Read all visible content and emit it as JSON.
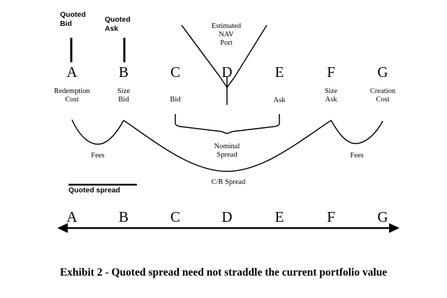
{
  "quoted_bid_label": [
    "Quoted",
    "Bid"
  ],
  "quoted_ask_label": [
    "Quoted",
    "Ask"
  ],
  "estimated_nav_label": [
    "Estimated",
    "NAV",
    "Port"
  ],
  "top_letters": [
    "A",
    "B",
    "C",
    "D",
    "E",
    "F",
    "G"
  ],
  "point_labels": {
    "redemption_cost": [
      "Redemption",
      "Cost"
    ],
    "size_bid": [
      "Size",
      "Bid"
    ],
    "bid": "Bid",
    "ask": "Ask",
    "size_ask": [
      "Size",
      "Ask"
    ],
    "creation_cost": [
      "Creation",
      "Cost"
    ]
  },
  "fees_left": "Fees",
  "fees_right": "Fees",
  "nominal_spread": [
    "Nominal",
    "Spread"
  ],
  "cr_spread": "C/R Spread",
  "quoted_spread": "Quoted spread",
  "bottom_letters": [
    "A",
    "B",
    "C",
    "D",
    "E",
    "F",
    "G"
  ],
  "caption": "Exhibit 2 - Quoted spread need not straddle the current portfolio value"
}
